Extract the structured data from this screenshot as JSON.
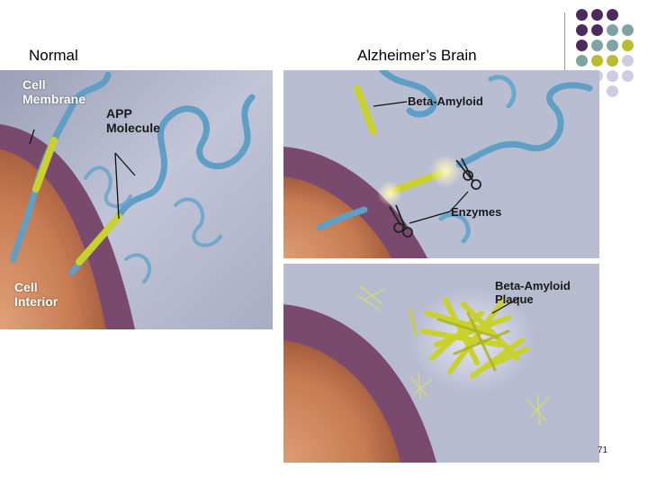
{
  "headings": {
    "normal": "Normal",
    "alzheimers": "Alzheimer’s Brain"
  },
  "panel_normal": {
    "cell_membrane": "Cell\nMembrane",
    "app_molecule": "APP\nMolecule",
    "cell_interior": "Cell\nInterior"
  },
  "panel_top": {
    "beta_amyloid": "Beta-Amyloid",
    "enzymes": "Enzymes"
  },
  "panel_bottom": {
    "plaque": "Beta-Amyloid\nPlaque"
  },
  "page_number": "71",
  "colors": {
    "purple": "#4b2a5e",
    "teal": "#7fa3a5",
    "olive": "#b9bc2e",
    "lavender": "#cfcde3",
    "membrane": "#7a4a6e",
    "interior": "#c77b52",
    "app": "#5f9fc6",
    "amyloid": "#c9d12e"
  }
}
